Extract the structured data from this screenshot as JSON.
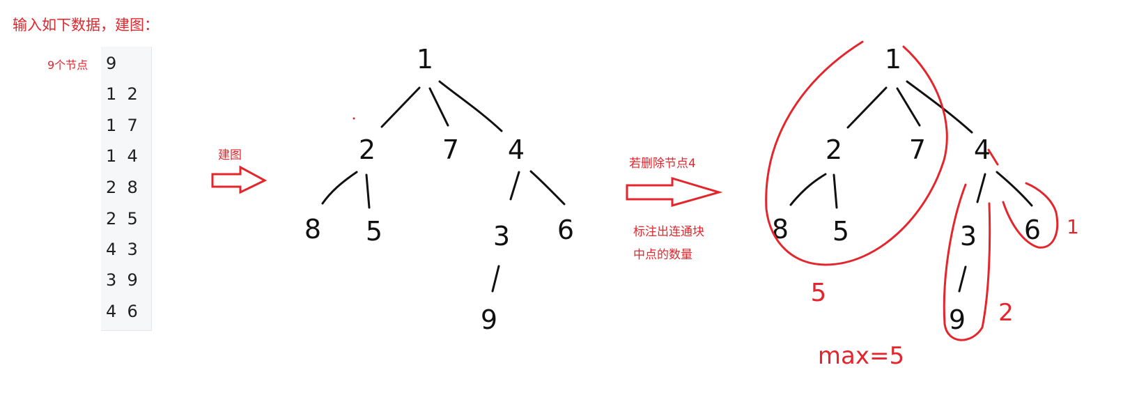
{
  "heading": "输入如下数据，建图：",
  "node_count_label": "9个节点",
  "input_lines": [
    "9",
    "1  2",
    "1  7",
    "1  4",
    "2  8",
    "2  5",
    "4  3",
    "3  9",
    "4  6"
  ],
  "arrow1_label": "建图",
  "arrow2_label": "若删除节点4",
  "note_line1": "标注出连通块",
  "note_line2": "中点的数量",
  "tree_nodes": [
    "1",
    "2",
    "7",
    "4",
    "8",
    "5",
    "3",
    "6",
    "9"
  ],
  "component_sizes": [
    "5",
    "2",
    "1"
  ],
  "max_label": "max=5",
  "colors": {
    "red": "#e4262c",
    "ink": "#111111"
  }
}
